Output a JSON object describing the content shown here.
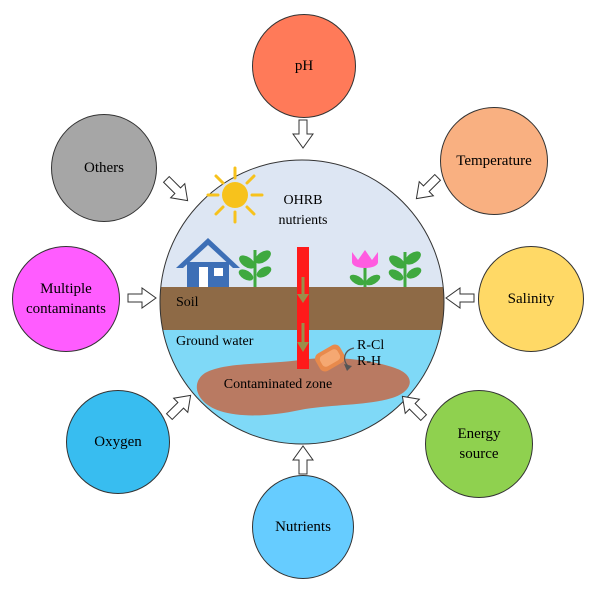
{
  "factors": {
    "ph": {
      "label": "pH",
      "color": "#FF7A59"
    },
    "temperature": {
      "label": "Temperature",
      "color": "#F9B081"
    },
    "salinity": {
      "label": "Salinity",
      "color": "#FFD966"
    },
    "energy_source": {
      "label": "Energy\nsource",
      "color": "#8FD14F"
    },
    "nutrients": {
      "label": "Nutrients",
      "color": "#66CCFF"
    },
    "oxygen": {
      "label": "Oxygen",
      "color": "#38BDF0"
    },
    "multiple_contaminants": {
      "label": "Multiple\ncontaminants",
      "color": "#FF5CFF"
    },
    "others": {
      "label": "Others",
      "color": "#A6A6A6"
    }
  },
  "center": {
    "ohrb_label": "OHRB",
    "nutrients_label": "nutrients",
    "soil_label": "Soil",
    "groundwater_label": "Ground water",
    "rcl_label": "R-Cl",
    "rh_label": "R-H",
    "contaminated_label": "Contaminated zone",
    "sky_color": "#DDE6F3",
    "soil_color": "#8E6A46",
    "water_color": "#7FD9F7",
    "plume_color": "#B97A62",
    "well_color": "#FF1A1A"
  }
}
